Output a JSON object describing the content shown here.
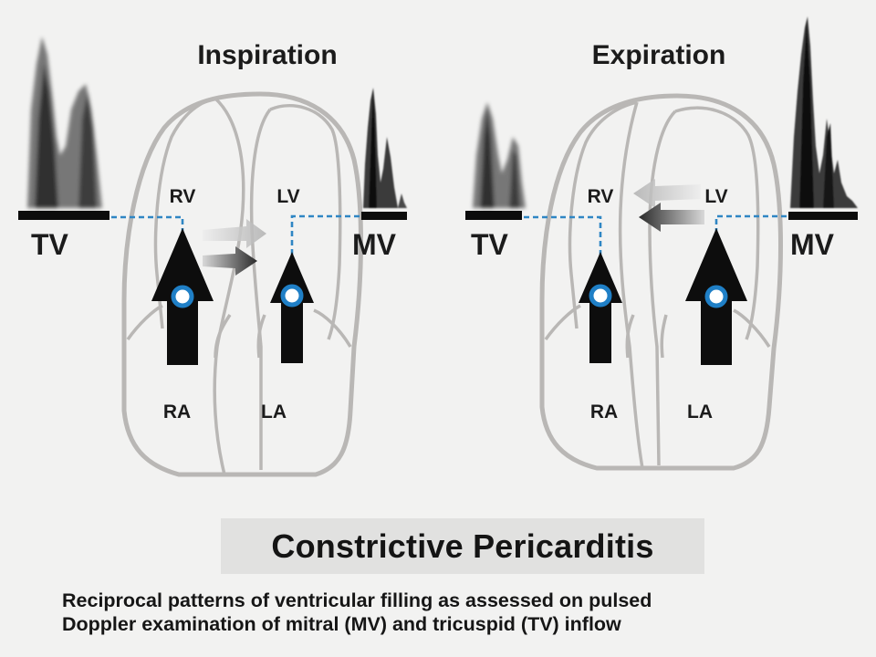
{
  "panels": {
    "inspiration": {
      "title": "Inspiration",
      "tv_label": "TV",
      "mv_label": "MV",
      "chambers": {
        "rv": "RV",
        "lv": "LV",
        "ra": "RA",
        "la": "LA"
      }
    },
    "expiration": {
      "title": "Expiration",
      "tv_label": "TV",
      "mv_label": "MV",
      "chambers": {
        "rv": "RV",
        "lv": "LV",
        "ra": "RA",
        "la": "LA"
      }
    }
  },
  "title": "Constrictive Pericarditis",
  "caption": {
    "line1": "Reciprocal patterns of ventricular filling as assessed on pulsed",
    "line2": "Doppler examination of mitral (MV) and tricuspid (TV) inflow"
  },
  "colors": {
    "heart_outline": "#b9b7b5",
    "doppler_line": "#2f86c4",
    "arrow_fill": "#0d0d0d",
    "valve_ring": "#1f7fc6"
  }
}
